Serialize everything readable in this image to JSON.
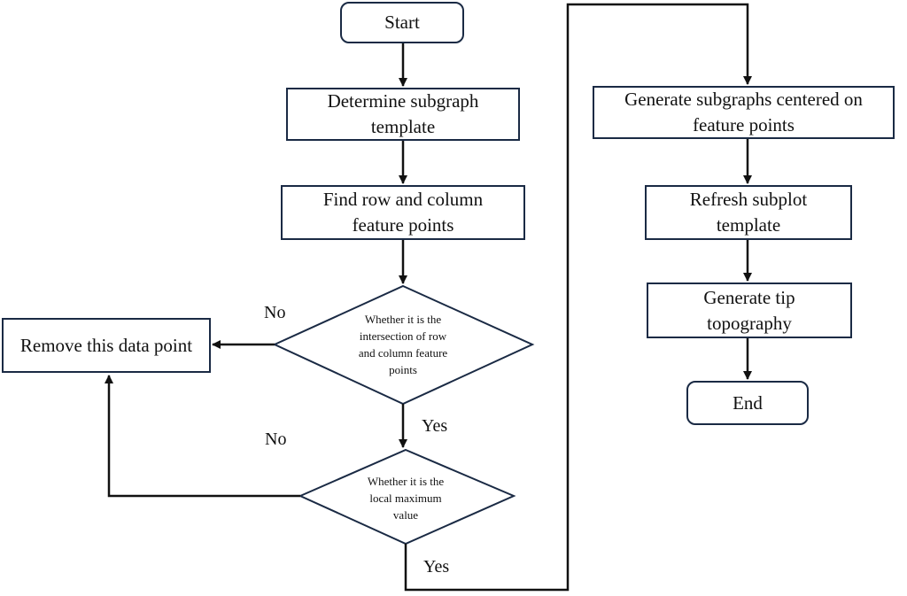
{
  "nodes": {
    "start": "Start",
    "determine": "Determine subgraph template",
    "find": "Find row and column feature points",
    "decision_intersection": "Whether it is the intersection of row and column feature points",
    "remove": "Remove this data point",
    "decision_local_max": "Whether it is the local maximum value",
    "generate_subgraphs": "Generate subgraphs centered on feature points",
    "refresh": "Refresh subplot template",
    "generate_tip": "Generate tip topography",
    "end": "End"
  },
  "edge_labels": {
    "no_1": "No",
    "yes_1": "Yes",
    "no_2": "No",
    "yes_2": "Yes"
  },
  "colors": {
    "stroke": "#1a2a44",
    "arrow": "#111111"
  }
}
